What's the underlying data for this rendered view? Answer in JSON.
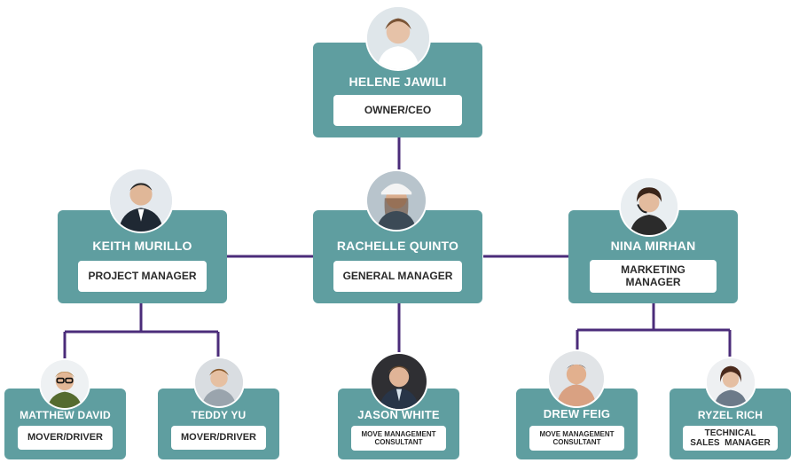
{
  "people": {
    "ceo": {
      "name": "HELENE JAWILI",
      "role": "OWNER/CEO"
    },
    "pm": {
      "name": "KEITH MURILLO",
      "role": "PROJECT MANAGER"
    },
    "gm": {
      "name": "RACHELLE QUINTO",
      "role": "GENERAL MANAGER"
    },
    "mm": {
      "name": "NINA MIRHAN",
      "role_line1": "MARKETING",
      "role_line2": "MANAGER"
    },
    "d1": {
      "name": "MATTHEW DAVID",
      "role": "MOVER/DRIVER"
    },
    "d2": {
      "name": "TEDDY YU",
      "role": "MOVER/DRIVER"
    },
    "c1": {
      "name": "JASON WHITE",
      "role_line1": "MOVE MANAGEMENT",
      "role_line2": "CONSULTANT"
    },
    "c2": {
      "name": "DREW FEIG",
      "role_line1": "MOVE MANAGEMENT",
      "role_line2": "CONSULTANT"
    },
    "sm": {
      "name": "RYZEL RICH",
      "role_line1": "TECHNICAL",
      "role_line2": "SALES  MANAGER"
    }
  },
  "colors": {
    "card": "#5f9ea0",
    "connector": "#4b2c7a",
    "role_box": "#ffffff"
  },
  "icons": {
    "avatar": "person-photo-icon"
  }
}
